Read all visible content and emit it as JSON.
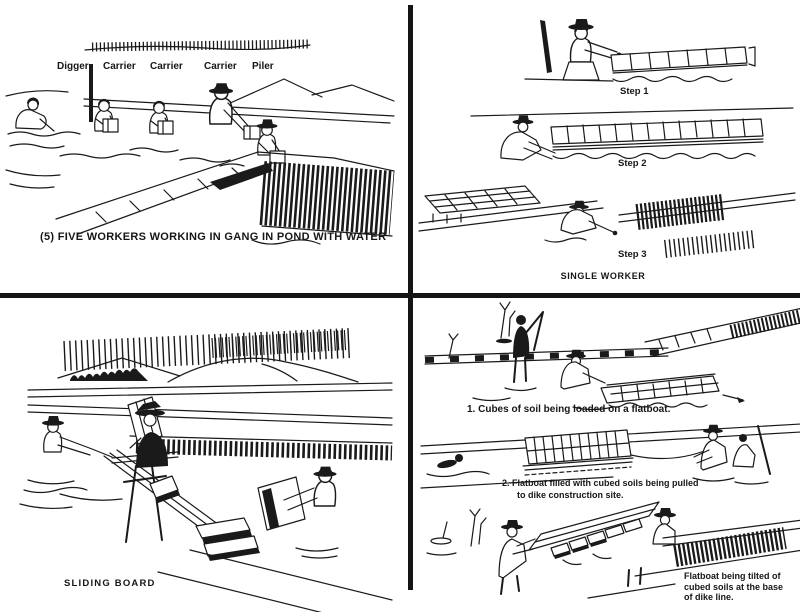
{
  "page": {
    "background": "#ffffff",
    "ink": "#1a1a1a"
  },
  "quadrants": {
    "top_left": {
      "worker_labels": [
        {
          "label": "Digger"
        },
        {
          "label": "Carrier"
        },
        {
          "label": "Carrier"
        },
        {
          "label": "Carrier"
        },
        {
          "label": "Piler"
        }
      ],
      "caption": "(5) FIVE WORKERS WORKING IN GANG IN POND WITH WATER"
    },
    "top_right": {
      "step_labels": [
        {
          "label": "Step 1"
        },
        {
          "label": "Step 2"
        },
        {
          "label": "Step 3"
        }
      ],
      "caption": "SINGLE WORKER"
    },
    "bottom_left": {
      "caption": "SLIDING BOARD"
    },
    "bottom_right": {
      "caption_1": "1. Cubes of soil being loaded on a flatboat.",
      "caption_2_line_1": "2. Flatboat filled with cubed soils being pulled",
      "caption_2_line_2": "to dike construction site.",
      "caption_3_line_1": "Flatboat being tilted of",
      "caption_3_line_2": "cubed soils at the base",
      "caption_3_line_3": "of dike line."
    }
  }
}
